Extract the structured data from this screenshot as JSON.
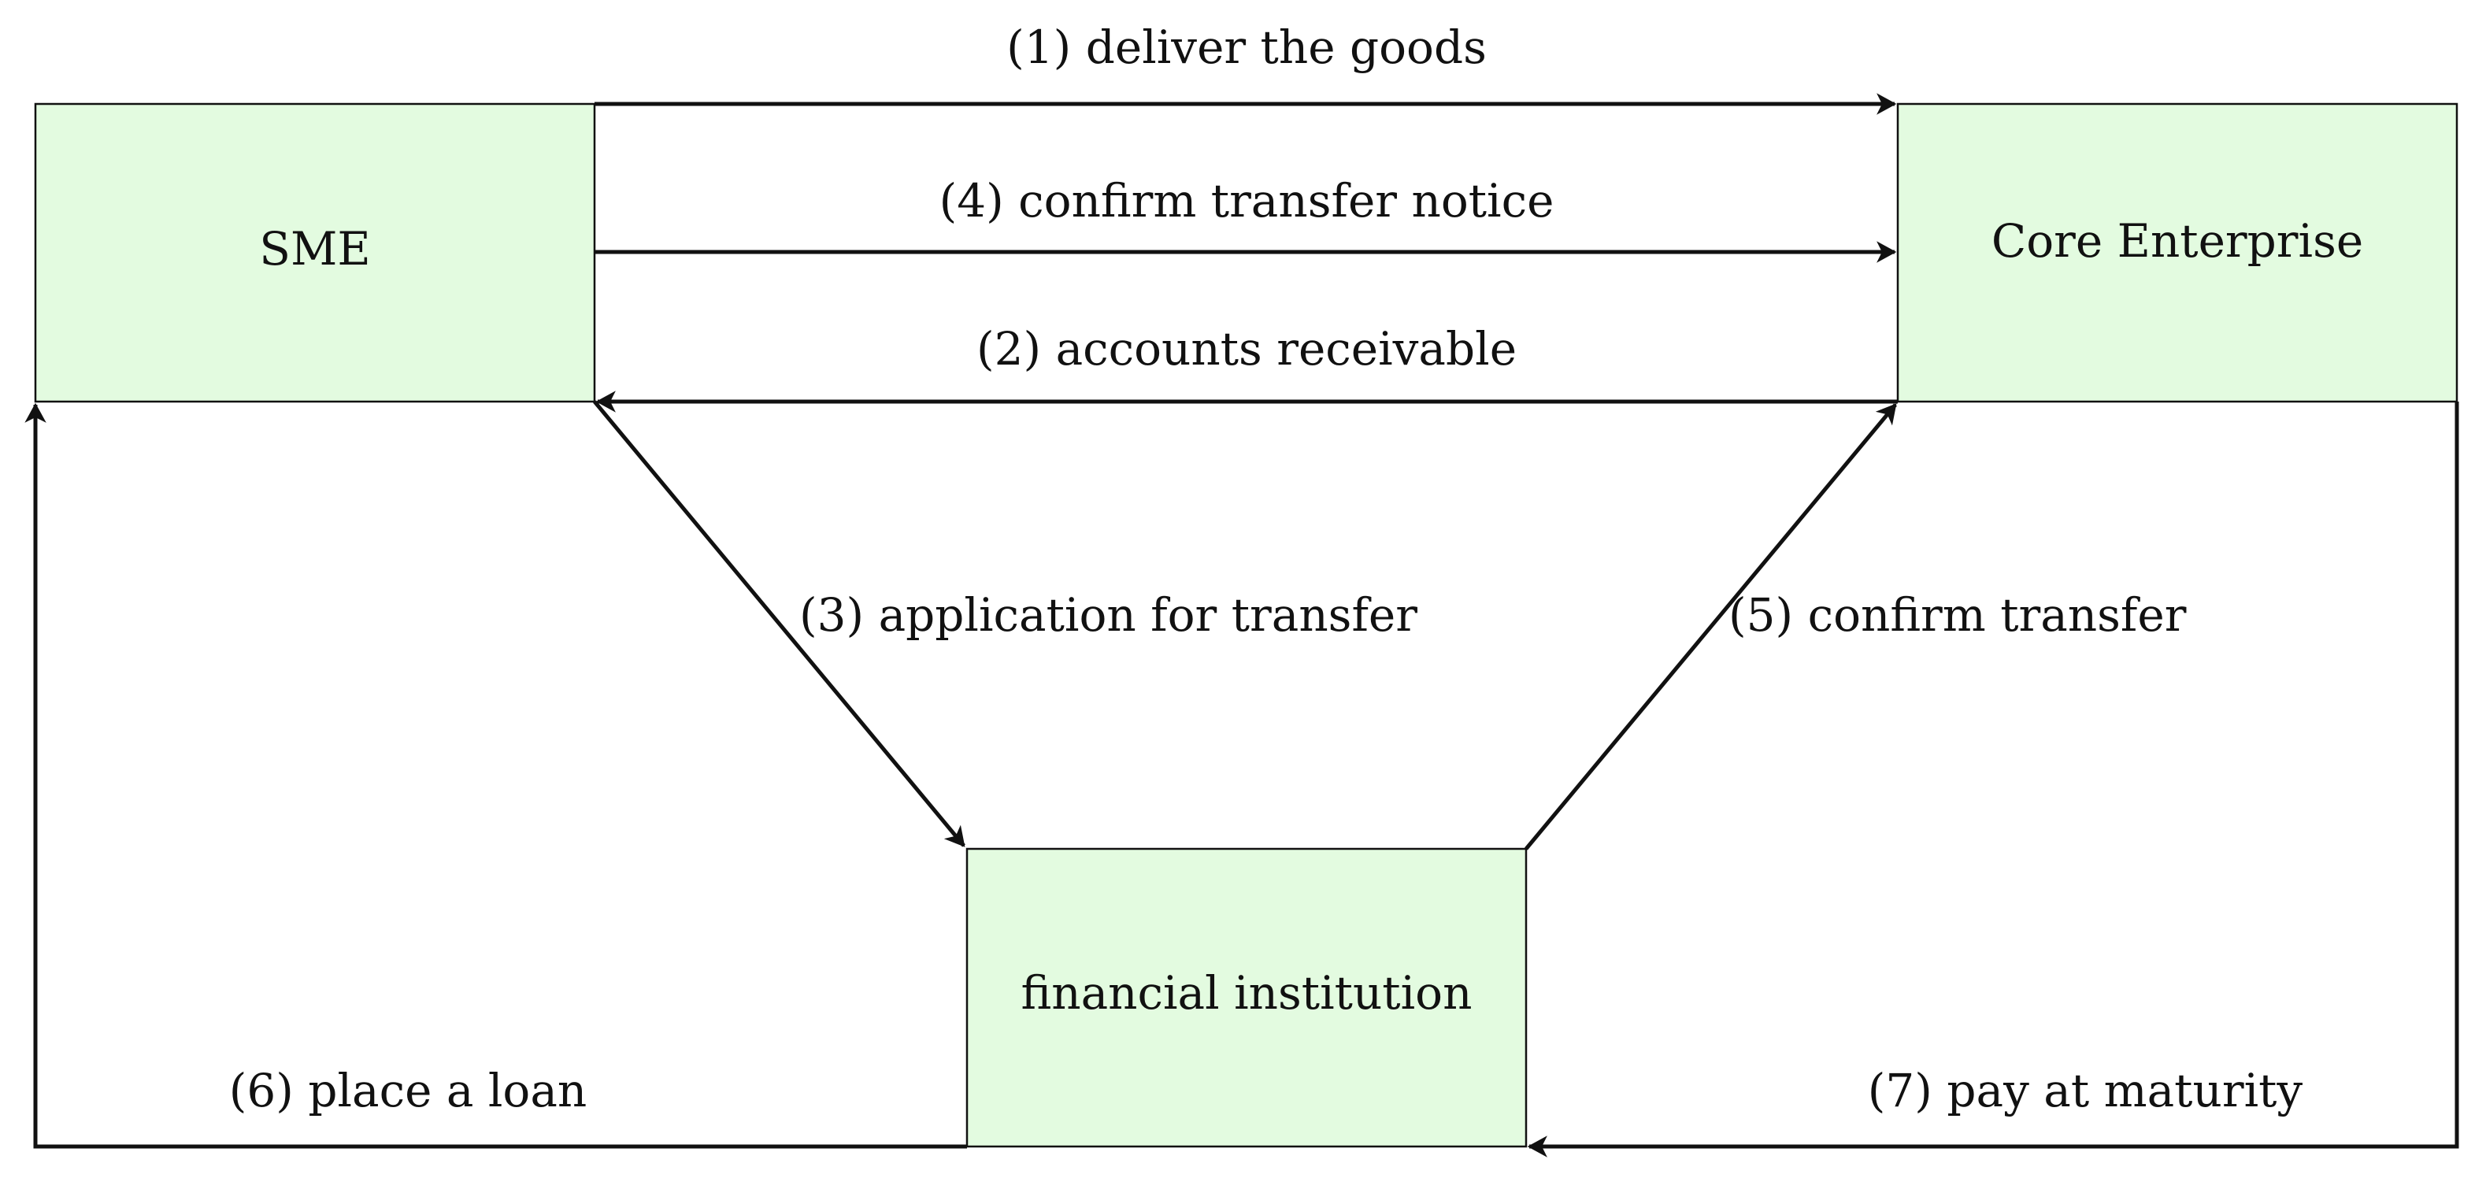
{
  "colors": {
    "node_fill": "#e3fbe0",
    "line": "#111111"
  },
  "nodes": {
    "sme": "SME",
    "core_enterprise": "Core Enterprise",
    "financial_institution": "financial institution"
  },
  "edges": {
    "deliver_goods": "(1) deliver the goods",
    "accounts_receivable": "(2) accounts receivable",
    "application_for_transfer": "(3) application for transfer",
    "confirm_transfer_notice": "(4) confirm transfer notice",
    "confirm_transfer": "(5) confirm transfer",
    "place_loan": "(6) place a loan",
    "pay_at_maturity": "(7) pay at maturity"
  }
}
